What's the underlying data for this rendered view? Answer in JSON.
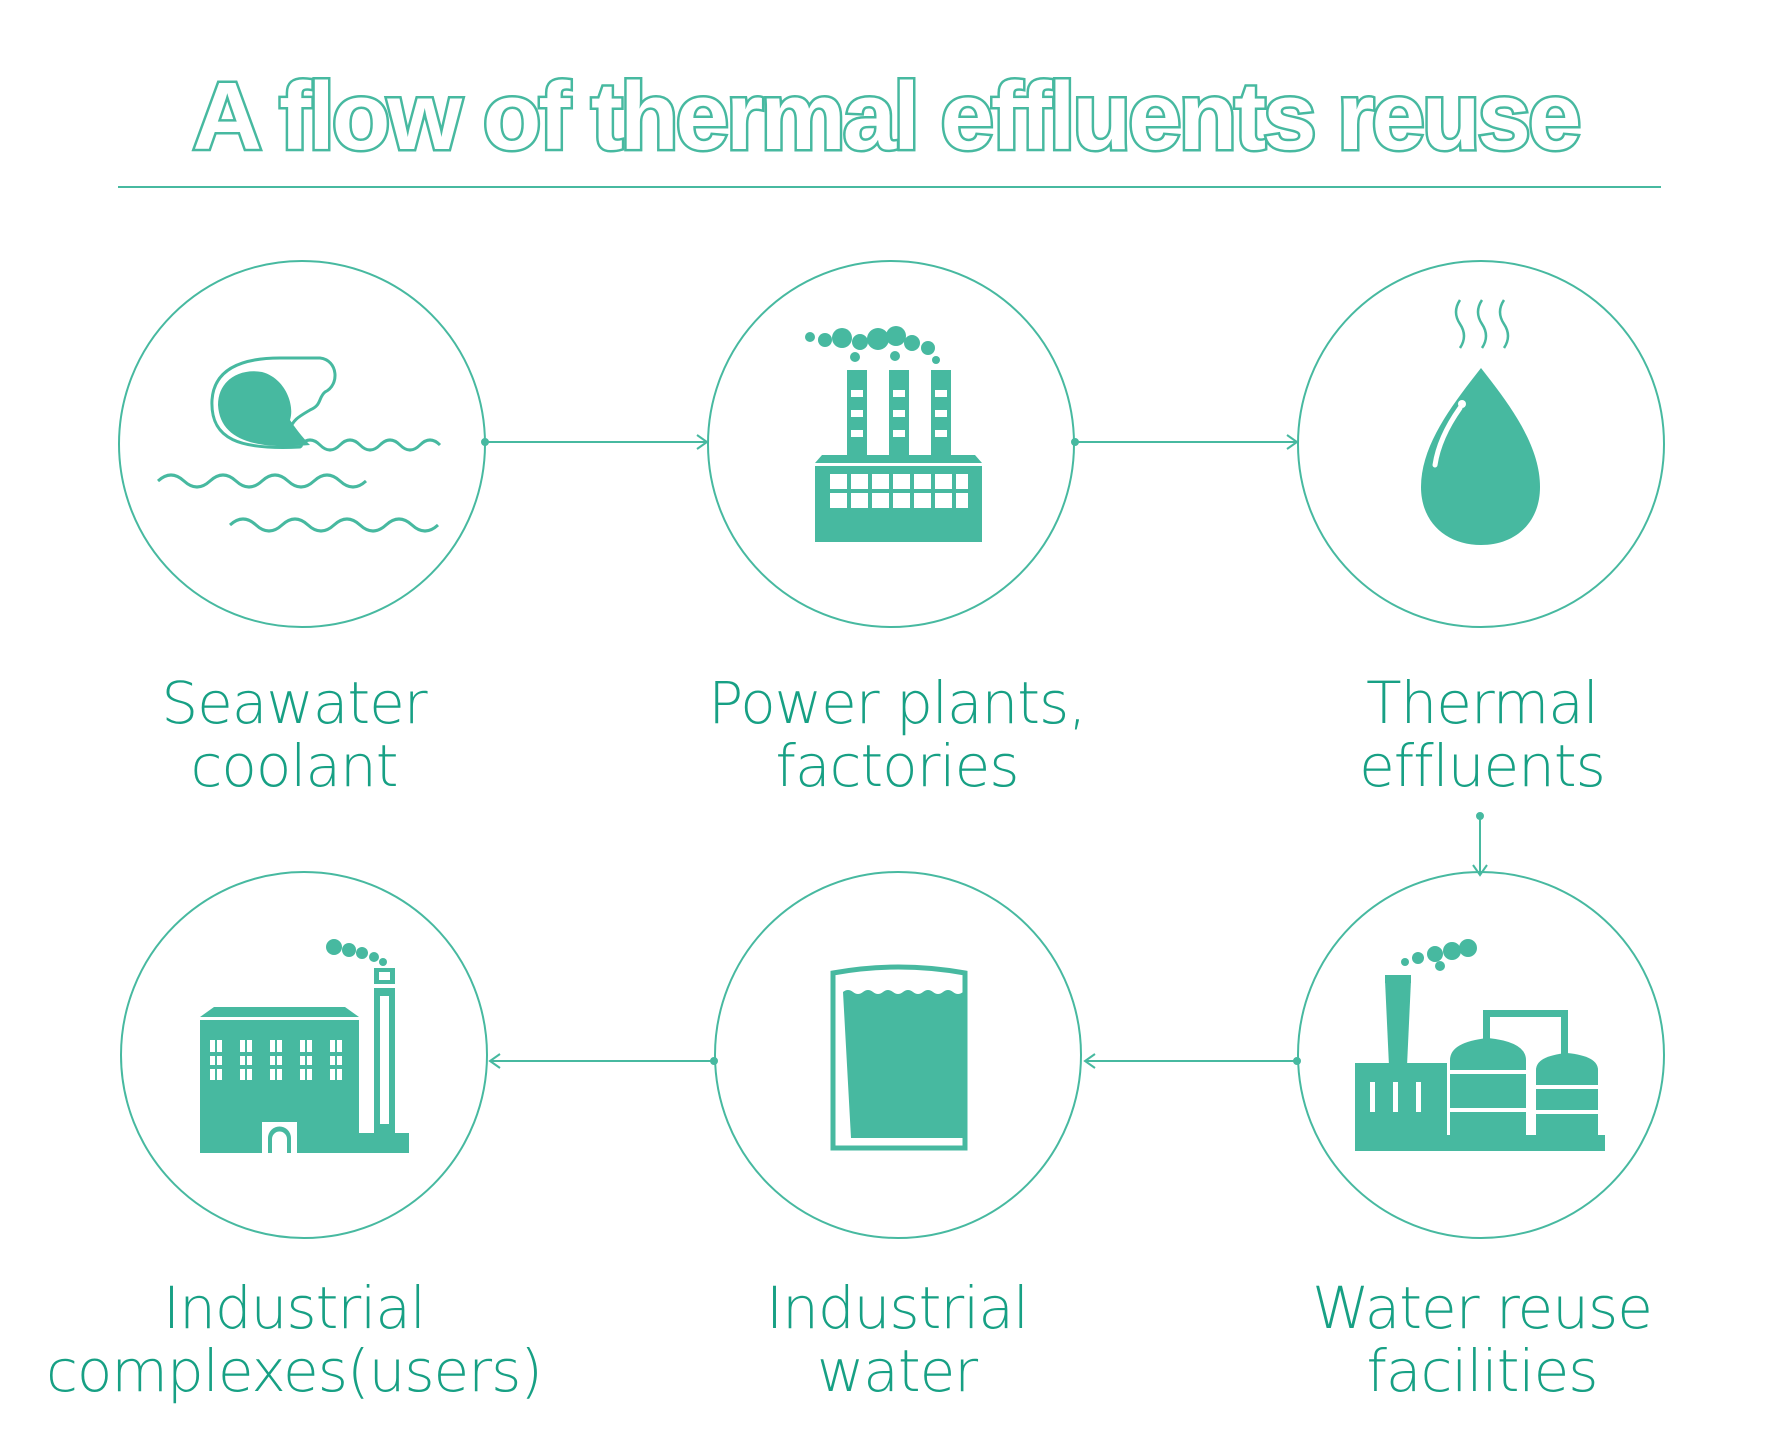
{
  "title": "A flow of thermal effluents reuse",
  "colors": {
    "accent": "#47b9a0",
    "text": "#17a084"
  },
  "steps": [
    {
      "icon": "wave-icon",
      "line1": "Seawater",
      "line2": "coolant"
    },
    {
      "icon": "power-plant-icon",
      "line1": "Power plants,",
      "line2": "factories"
    },
    {
      "icon": "water-drop-icon",
      "line1": "Thermal",
      "line2": "effluents"
    },
    {
      "icon": "water-reuse-facility-icon",
      "line1": "Water reuse",
      "line2": "facilities"
    },
    {
      "icon": "water-tank-icon",
      "line1": "Industrial",
      "line2": "water"
    },
    {
      "icon": "industrial-complex-icon",
      "line1": "Industrial",
      "line2": "complexes(users)"
    }
  ]
}
